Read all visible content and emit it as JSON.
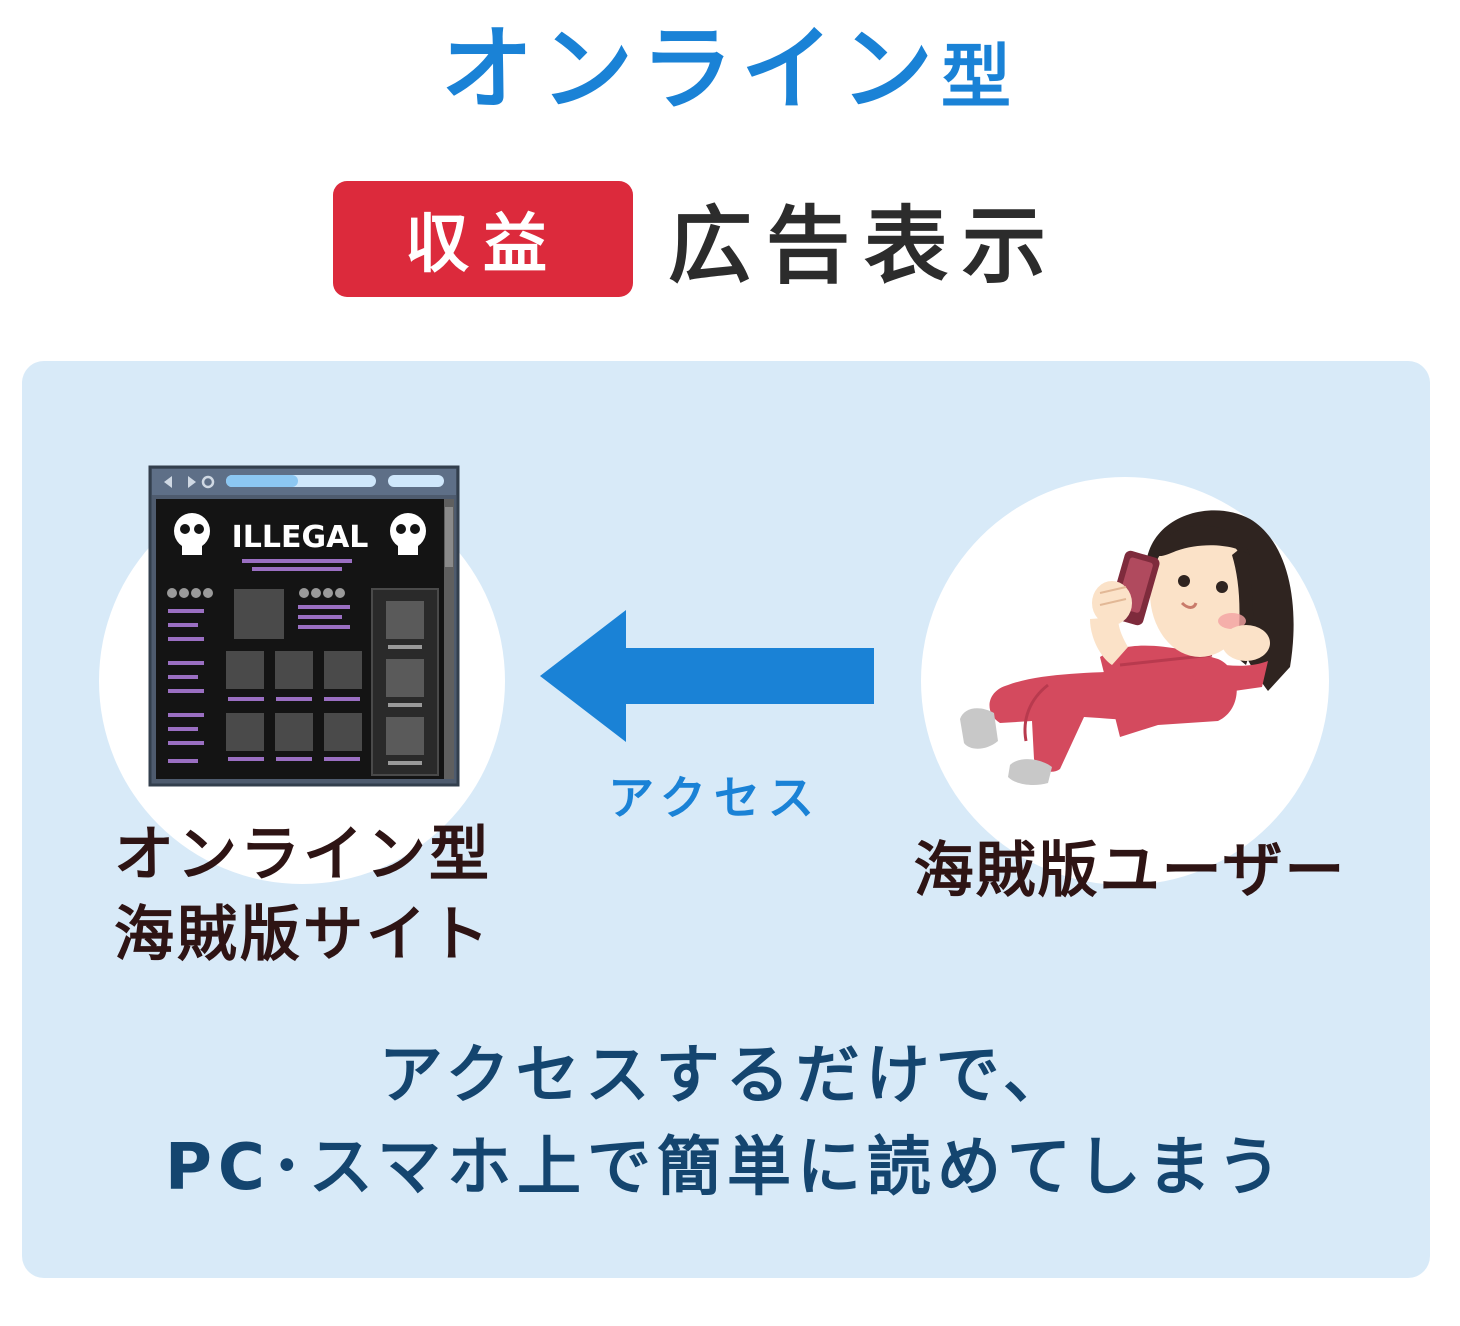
{
  "header": {
    "title_main": "オンライン",
    "title_suffix": "型",
    "revenue_badge": "収益",
    "revenue_value": "広告表示"
  },
  "diagram": {
    "site_illustration_text": "ILLEGAL",
    "site_label_line1": "オンライン型",
    "site_label_line2": "海賊版サイト",
    "arrow_label": "アクセス",
    "user_label": "海賊版ユーザー"
  },
  "caption": {
    "line1": "アクセスするだけで、",
    "line2": "PC･スマホ上で簡単に読めてしまう"
  },
  "colors": {
    "title_blue": "#1a82d6",
    "badge_red": "#dc2a3c",
    "panel_bg": "#d8eaf8",
    "caption_navy": "#14456f",
    "label_dark": "#2e1414"
  }
}
